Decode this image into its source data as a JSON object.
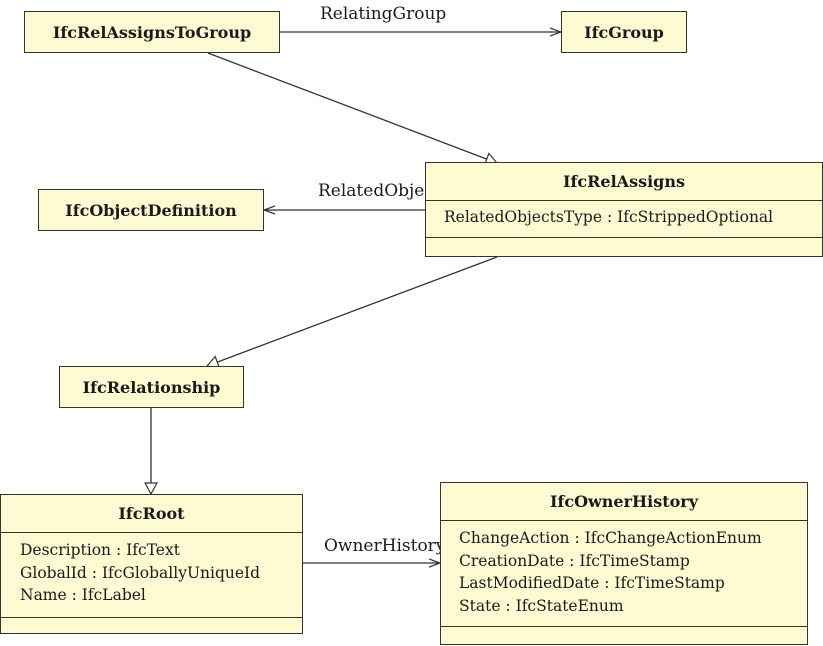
{
  "classes": {
    "ifc_rel_assigns_to_group": {
      "name": "IfcRelAssignsToGroup"
    },
    "ifc_group": {
      "name": "IfcGroup"
    },
    "ifc_rel_assigns": {
      "name": "IfcRelAssigns",
      "attributes": [
        "RelatedObjectsType : IfcStrippedOptional"
      ]
    },
    "ifc_object_definition": {
      "name": "IfcObjectDefinition"
    },
    "ifc_relationship": {
      "name": "IfcRelationship"
    },
    "ifc_root": {
      "name": "IfcRoot",
      "attributes": [
        "Description : IfcText",
        "GlobalId : IfcGloballyUniqueId",
        "Name : IfcLabel"
      ]
    },
    "ifc_owner_history": {
      "name": "IfcOwnerHistory",
      "attributes": [
        "ChangeAction : IfcChangeActionEnum",
        "CreationDate : IfcTimeStamp",
        "LastModifiedDate : IfcTimeStamp",
        "State : IfcStateEnum"
      ]
    }
  },
  "associations": {
    "relating_group": "RelatingGroup",
    "related_objects": "RelatedObjects",
    "owner_history": "OwnerHistory"
  }
}
